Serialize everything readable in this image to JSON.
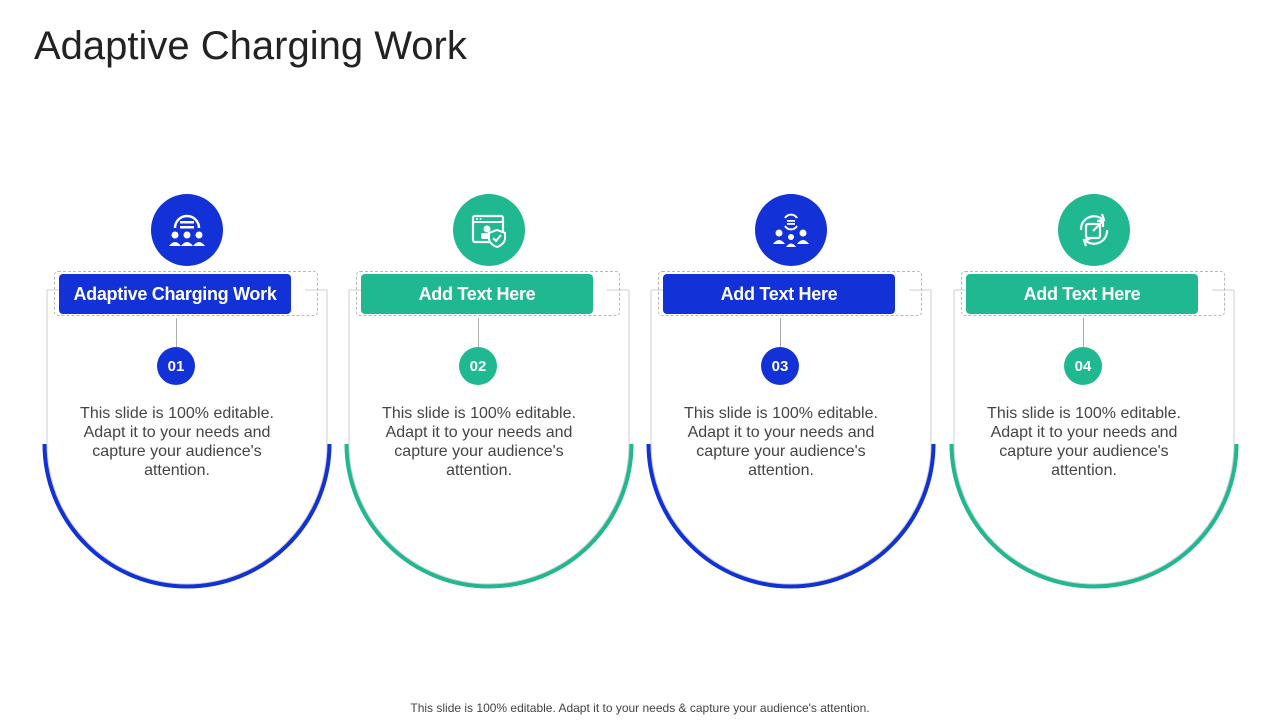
{
  "title": "Adaptive Charging Work",
  "colors": {
    "blue": "#1231d6",
    "green": "#20b891"
  },
  "cards": [
    {
      "icon": "team-meeting-icon",
      "color": "blue",
      "label": "Adaptive Charging Work",
      "number": "01",
      "text": "This slide is 100% editable. Adapt it to your needs and capture your audience's attention."
    },
    {
      "icon": "browser-security-icon",
      "color": "green",
      "label": "Add Text Here",
      "number": "02",
      "text": "This slide is 100% editable. Adapt it to your needs and capture your audience's attention."
    },
    {
      "icon": "people-exchange-icon",
      "color": "blue",
      "label": "Add Text Here",
      "number": "03",
      "text": "This slide is 100% editable. Adapt it to your needs and capture your audience's attention."
    },
    {
      "icon": "refresh-share-icon",
      "color": "green",
      "label": "Add Text Here",
      "number": "04",
      "text": "This slide is 100% editable. Adapt it to your needs and capture your audience's attention."
    }
  ],
  "footer": "This slide is 100% editable. Adapt it to your needs & capture your audience's attention."
}
